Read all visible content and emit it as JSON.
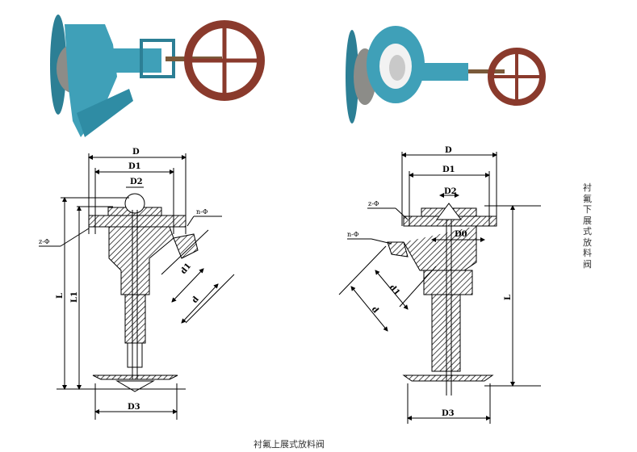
{
  "captions": {
    "left_diagram": "衬氟上展式放料阀",
    "right_diagram": "衬氟下展式放料阀"
  },
  "left_diagram_labels": {
    "D": "D",
    "D1": "D1",
    "D2": "D2",
    "n_phi": "n-Φ",
    "z_phi": "z-Φ",
    "L": "L",
    "L1": "L1",
    "d1": "d1",
    "d": "d",
    "D3": "D3"
  },
  "right_diagram_labels": {
    "D": "D",
    "D1": "D1",
    "D2": "D2",
    "z_phi": "z-Φ",
    "n_phi": "n-Φ",
    "D0": "D0",
    "d1": "d1",
    "d": "d",
    "L": "L",
    "D3": "D3"
  },
  "colors": {
    "valve_body": "#3fa0b8",
    "handwheel": "#8a3a2c",
    "lining": "#f2f2f2"
  }
}
